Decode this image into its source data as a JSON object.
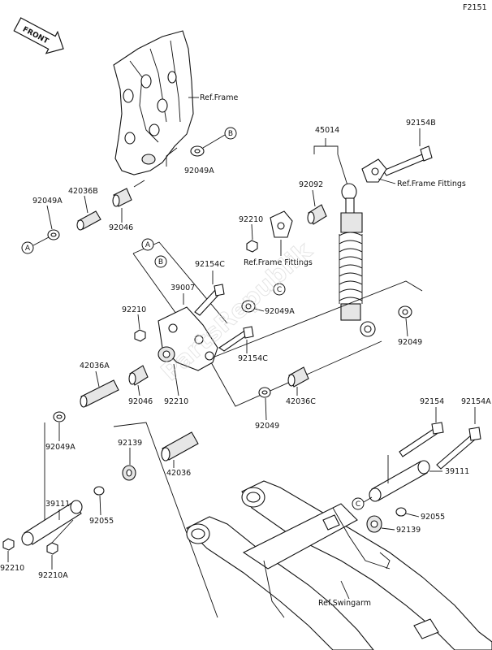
{
  "figure_code": "F2151",
  "front_arrow": {
    "label": "FRONT",
    "icon": "front-direction-arrow-icon"
  },
  "refs": {
    "frame": "Ref.Frame",
    "frame_fittings_1": "Ref.Frame Fittings",
    "frame_fittings_2": "Ref.Frame Fittings",
    "swingarm": "Ref.Swingarm"
  },
  "markers": {
    "A": "A",
    "B": "B",
    "C": "C"
  },
  "parts": {
    "p45014": "45014",
    "p92154B": "92154B",
    "p92092": "92092",
    "p92210_top": "92210",
    "p92049A_frame": "92049A",
    "p42036B": "42036B",
    "p92049A_left": "92049A",
    "p92046_top": "92046",
    "p92154C_top": "92154C",
    "p39007": "39007",
    "p92049A_mid": "92049A",
    "p92210_mid": "92210",
    "p92154C_mid": "92154C",
    "p92049_right": "92049",
    "p42036A": "42036A",
    "p92046_mid": "92046",
    "p92210_link": "92210",
    "p92049_low": "92049",
    "p42036C": "42036C",
    "p92049A_low": "92049A",
    "p92139_left": "92139",
    "p42036": "42036",
    "p39111_left": "39111",
    "p92055_left": "92055",
    "p92210_bottom": "92210",
    "p92210A": "92210A",
    "p92154": "92154",
    "p92154A": "92154A",
    "p39111_right": "39111",
    "p92055_right": "92055",
    "p92139_right": "92139"
  },
  "watermark": "PartsRepublik"
}
